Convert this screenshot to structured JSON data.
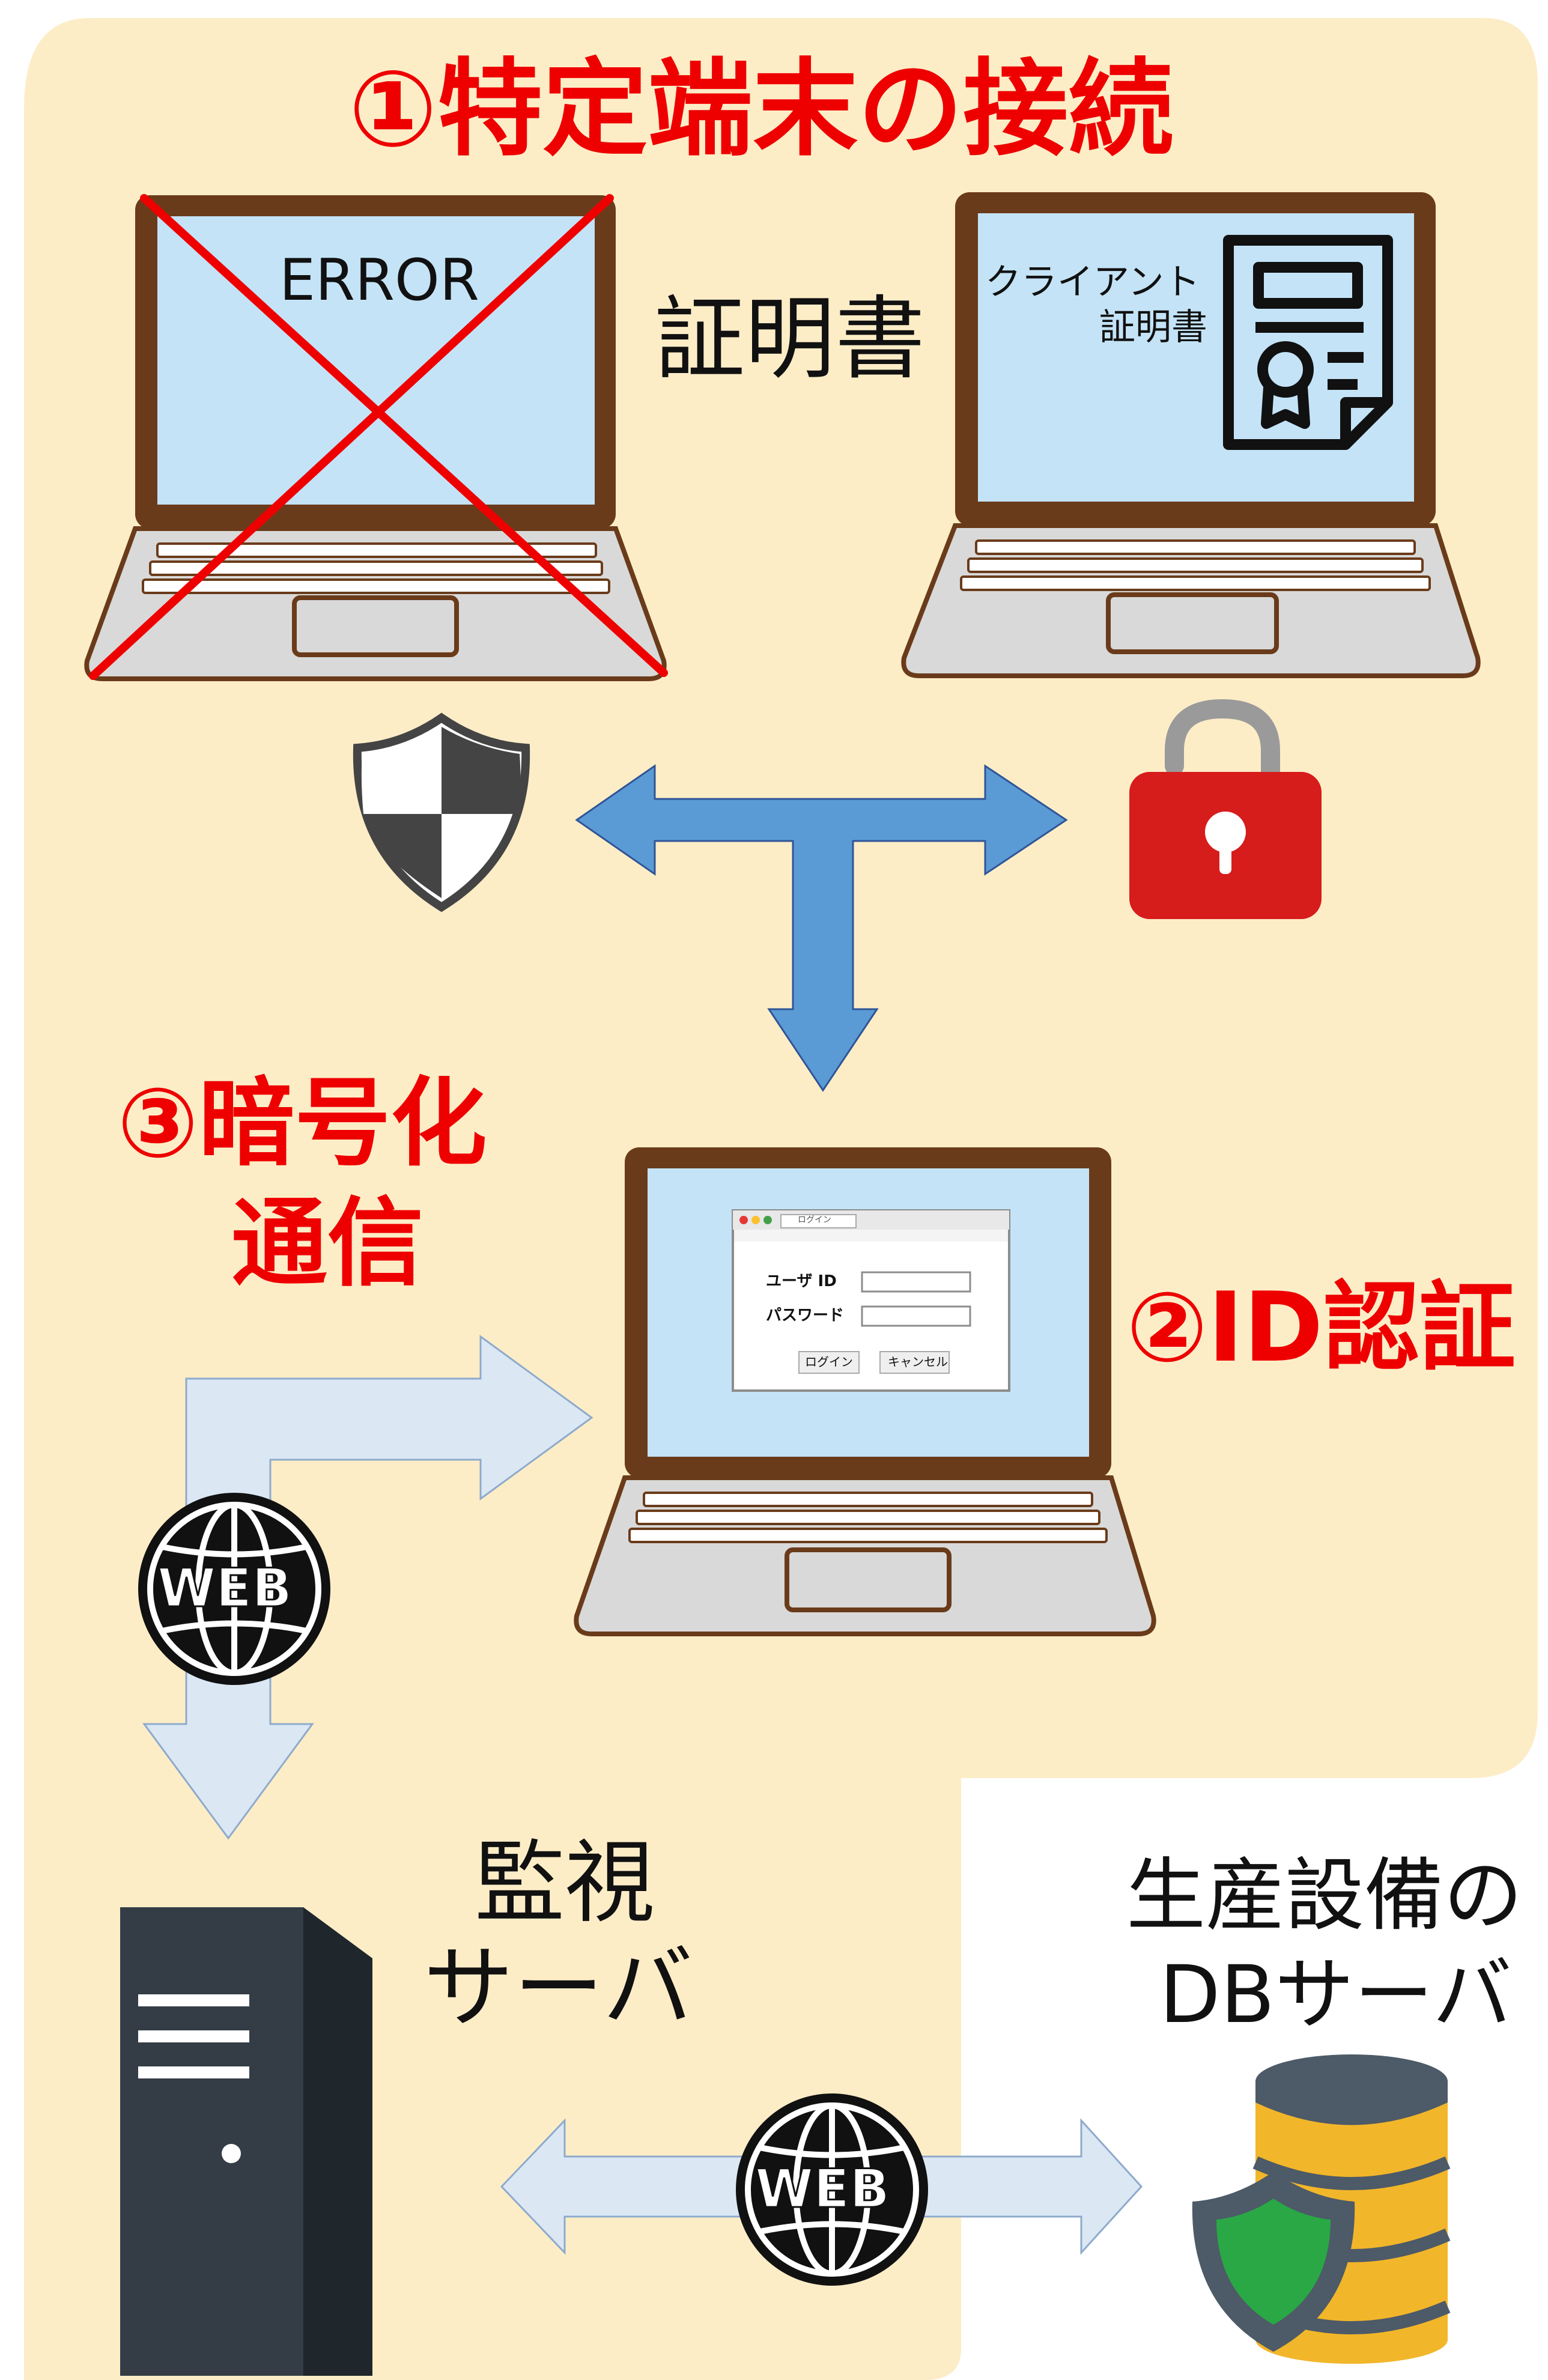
{
  "colors": {
    "panel": "#fdedc7",
    "red_label": "#ee0000",
    "black_label": "#111111",
    "arrow_blue": "#5b9bd5",
    "arrow_light": "#dbe8f4",
    "lock_red": "#d71c1c",
    "screen": "#c4e3f7",
    "laptop_frame": "#6a3b1a",
    "laptop_body": "#d8d8d8"
  },
  "title": "①特定端末の接続",
  "cert_label": "証明書",
  "error_text": "ERROR",
  "client_cert_line1": "クライアント",
  "client_cert_line2": "証明書",
  "encryption_line1": "③暗号化",
  "encryption_line2": "通信",
  "id_auth": "②ID認証",
  "login": {
    "tab": "ログイン",
    "user_id_label": "ユーザ ID",
    "password_label": "パスワード",
    "login_button": "ログイン",
    "cancel_button": "キャンセル"
  },
  "web_label_1": "WEB",
  "web_label_2": "WEB",
  "monitor_server_line1": "監視",
  "monitor_server_line2": "サーバ",
  "db_server_line1": "生産設備の",
  "db_server_line2": "DBサーバ",
  "icons": [
    "shield-icon",
    "unlocked-padlock-icon",
    "certificate-icon",
    "globe-icon",
    "server-tower-icon",
    "database-icon"
  ]
}
